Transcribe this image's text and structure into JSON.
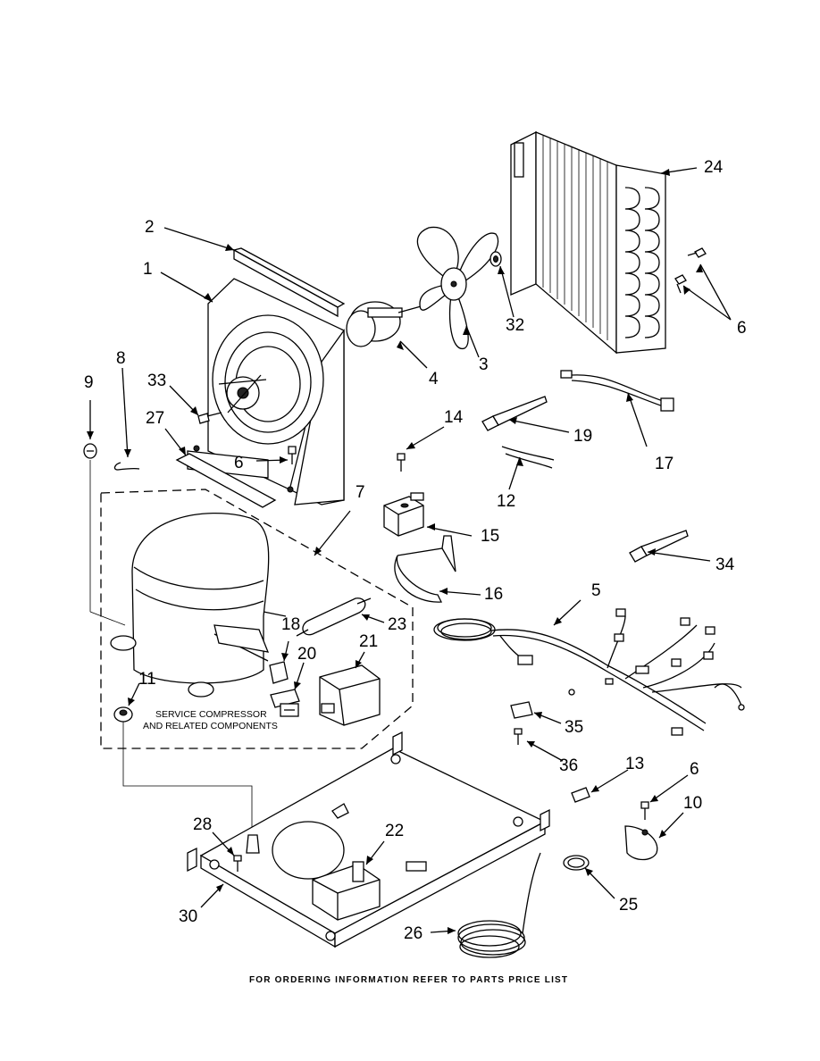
{
  "callouts": [
    {
      "id": "c1",
      "text": "1"
    },
    {
      "id": "c2",
      "text": "2"
    },
    {
      "id": "c3",
      "text": "3"
    },
    {
      "id": "c4",
      "text": "4"
    },
    {
      "id": "c5",
      "text": "5"
    },
    {
      "id": "c6a",
      "text": "6"
    },
    {
      "id": "c6b",
      "text": "6"
    },
    {
      "id": "c6c",
      "text": "6"
    },
    {
      "id": "c7",
      "text": "7"
    },
    {
      "id": "c8",
      "text": "8"
    },
    {
      "id": "c9",
      "text": "9"
    },
    {
      "id": "c10",
      "text": "10"
    },
    {
      "id": "c11",
      "text": "11"
    },
    {
      "id": "c12",
      "text": "12"
    },
    {
      "id": "c13",
      "text": "13"
    },
    {
      "id": "c14",
      "text": "14"
    },
    {
      "id": "c15",
      "text": "15"
    },
    {
      "id": "c16",
      "text": "16"
    },
    {
      "id": "c17",
      "text": "17"
    },
    {
      "id": "c18",
      "text": "18"
    },
    {
      "id": "c19",
      "text": "19"
    },
    {
      "id": "c20",
      "text": "20"
    },
    {
      "id": "c21",
      "text": "21"
    },
    {
      "id": "c22",
      "text": "22"
    },
    {
      "id": "c23",
      "text": "23"
    },
    {
      "id": "c24",
      "text": "24"
    },
    {
      "id": "c25",
      "text": "25"
    },
    {
      "id": "c26",
      "text": "26"
    },
    {
      "id": "c27",
      "text": "27"
    },
    {
      "id": "c28",
      "text": "28"
    },
    {
      "id": "c30",
      "text": "30"
    },
    {
      "id": "c32",
      "text": "32"
    },
    {
      "id": "c33",
      "text": "33"
    },
    {
      "id": "c34",
      "text": "34"
    },
    {
      "id": "c35",
      "text": "35"
    },
    {
      "id": "c36",
      "text": "36"
    }
  ],
  "service_note": {
    "line1": "SERVICE COMPRESSOR",
    "line2": "AND RELATED COMPONENTS"
  },
  "footer": "FOR ORDERING INFORMATION REFER TO PARTS PRICE LIST"
}
